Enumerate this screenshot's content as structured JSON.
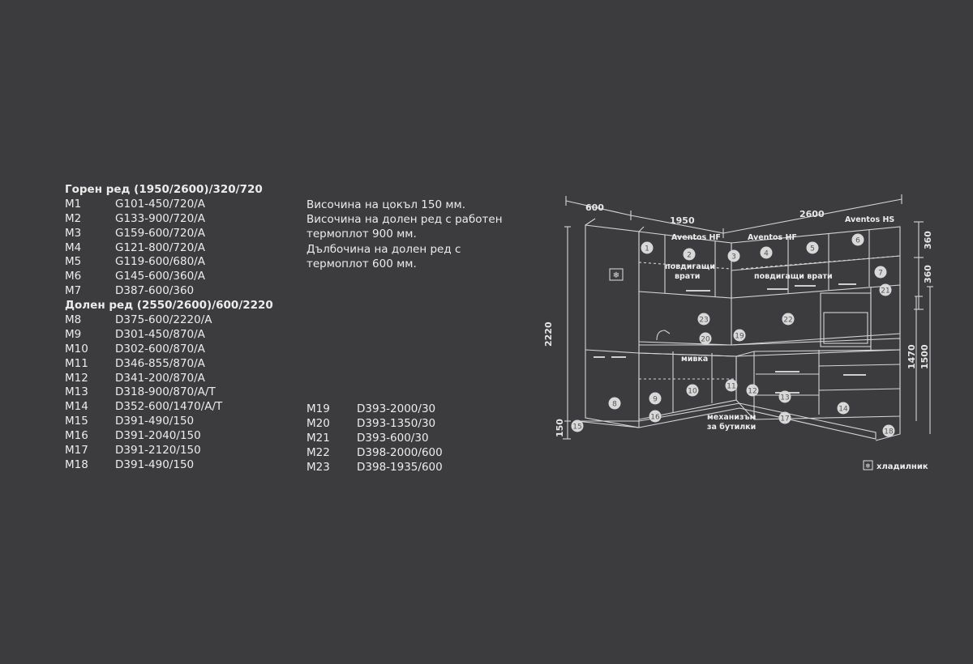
{
  "upper_heading": "Горен ред (1950/2600)/320/720",
  "upper_rows": [
    {
      "code": "M1",
      "spec": "G101-450/720/A"
    },
    {
      "code": "M2",
      "spec": "G133-900/720/A"
    },
    {
      "code": "M3",
      "spec": "G159-600/720/A"
    },
    {
      "code": "M4",
      "spec": "G121-800/720/A"
    },
    {
      "code": "M5",
      "spec": "G119-600/680/A"
    },
    {
      "code": "M6",
      "spec": "G145-600/360/A"
    },
    {
      "code": "M7",
      "spec": "D387-600/360"
    }
  ],
  "lower_heading": "Долен ред (2550/2600)/600/2220",
  "lower_rows": [
    {
      "code": "M8",
      "spec": "D375-600/2220/A"
    },
    {
      "code": "M9",
      "spec": "D301-450/870/A"
    },
    {
      "code": "M10",
      "spec": "D302-600/870/A"
    },
    {
      "code": "M11",
      "spec": "D346-855/870/A"
    },
    {
      "code": "M12",
      "spec": "D341-200/870/A"
    },
    {
      "code": "M13",
      "spec": "D318-900/870/A/T"
    },
    {
      "code": "M14",
      "spec": "D352-600/1470/A/T"
    },
    {
      "code": "M15",
      "spec": "D391-490/150"
    },
    {
      "code": "M16",
      "spec": "D391-2040/150"
    },
    {
      "code": "M17",
      "spec": "D391-2120/150"
    },
    {
      "code": "M18",
      "spec": "D391-490/150"
    }
  ],
  "extra_rows": [
    {
      "code": "M19",
      "spec": "D393-2000/30"
    },
    {
      "code": "M20",
      "spec": "D393-1350/30"
    },
    {
      "code": "M21",
      "spec": "D393-600/30"
    },
    {
      "code": "M22",
      "spec": "D398-2000/600"
    },
    {
      "code": "M23",
      "spec": "D398-1935/600"
    }
  ],
  "notes": [
    "Височина на цокъл 150 мм.",
    "Височина на долен ред с работен",
    "термоплот 900 мм.",
    "Дълбочина на долен ред с",
    "термоплот 600 мм."
  ],
  "diagram": {
    "dims": {
      "d600": "600",
      "d1950": "1950",
      "d2600": "2600",
      "d2220": "2220",
      "d150": "150",
      "d360a": "360",
      "d360b": "360",
      "d1470": "1470",
      "d1500": "1500"
    },
    "labels": {
      "aventos_hf_1": "Aventos HF",
      "aventos_hf_2": "Aventos HF",
      "aventos_hs": "Aventos HS",
      "lift_doors_1a": "повдигащи",
      "lift_doors_1b": "врати",
      "lift_doors_2": "повдигащи врати",
      "sink": "мивка",
      "mechanism_1": "механизъм",
      "mechanism_2": "за бутилки"
    },
    "legend": "хладилник",
    "markers": [
      "1",
      "2",
      "3",
      "4",
      "5",
      "6",
      "7",
      "8",
      "9",
      "10",
      "11",
      "12",
      "13",
      "14",
      "15",
      "16",
      "17",
      "18",
      "19",
      "20",
      "21",
      "22",
      "23"
    ],
    "colors": {
      "line": "#d4d4d4",
      "marker": "#d8d8d8",
      "marker_text": "#555555",
      "background": "#3c3c3e"
    }
  }
}
